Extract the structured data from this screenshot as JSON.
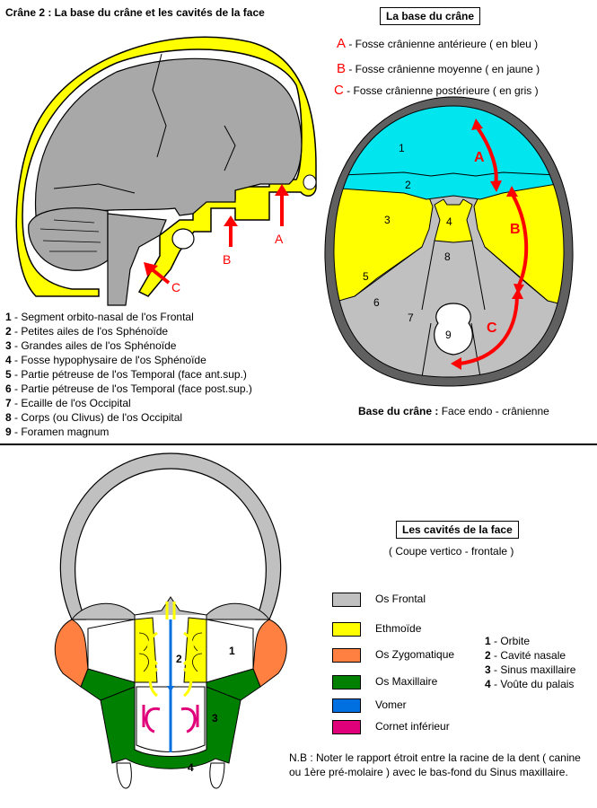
{
  "top": {
    "title": "Crâne 2 : La base du crâne et les cavités de la face",
    "base_box_title": "La base du crâne",
    "fosse_items": [
      {
        "letter": "A",
        "text": " - Fosse crânienne  antérieure ( en bleu )"
      },
      {
        "letter": "B",
        "text": " - Fosse crânienne moyenne   ( en jaune  )"
      },
      {
        "letter": "C",
        "text": " - Fosse crânienne postérieure ( en gris )"
      }
    ],
    "lateral_arrow_labels": [
      "A",
      "B",
      "C"
    ],
    "base_region_numbers": [
      "1",
      "2",
      "3",
      "4",
      "5",
      "6",
      "7",
      "8",
      "9"
    ],
    "base_arrow_labels": [
      "A",
      "B",
      "C"
    ],
    "base_caption_bold": "Base du crâne :",
    "base_caption_rest": "  Face endo - crânienne",
    "numbered_list": [
      {
        "n": "1",
        "text": " - Segment orbito-nasal de l'os Frontal"
      },
      {
        "n": "2",
        "text": " - Petites ailes de l'os Sphénoïde"
      },
      {
        "n": "3",
        "text": " - Grandes ailes de l'os Sphénoïde"
      },
      {
        "n": "4",
        "text": " - Fosse hypophysaire de l'os Sphénoïde"
      },
      {
        "n": "5",
        "text": " - Partie pétreuse de l'os Temporal (face ant.sup.)"
      },
      {
        "n": "6",
        "text": " - Partie pétreuse de l'os Temporal (face post.sup.)"
      },
      {
        "n": "7",
        "text": " - Ecaille de l'os Occipital"
      },
      {
        "n": "8",
        "text": " - Corps (ou Clivus) de l'os Occipital"
      },
      {
        "n": "9",
        "text": " - Foramen magnum"
      }
    ]
  },
  "bottom": {
    "box_title": "Les cavités de la face",
    "subtitle": "( Coupe vertico - frontale )",
    "legend": [
      {
        "label": "Os Frontal",
        "color": "#c0c0c0"
      },
      {
        "label": "Ethmoïde",
        "color": "#ffff00"
      },
      {
        "label": "Os Zygomatique",
        "color": "#ff8040"
      },
      {
        "label": "Os Maxillaire",
        "color": "#008000"
      },
      {
        "label": "Vomer",
        "color": "#0070e0"
      },
      {
        "label": "Cornet inférieur",
        "color": "#e0007a"
      }
    ],
    "cavity_list": [
      {
        "n": "1",
        "text": " - Orbite"
      },
      {
        "n": "2",
        "text": " - Cavité nasale"
      },
      {
        "n": "3",
        "text": " - Sinus maxillaire"
      },
      {
        "n": "4",
        "text": " - Voûte du palais"
      }
    ],
    "section_numbers": [
      "1",
      "2",
      "3",
      "4"
    ],
    "note": "N.B : Noter le rapport étroit entre la racine de la dent ( canine ou 1ère pré-molaire ) avec le bas-fond du Sinus maxillaire."
  },
  "colors": {
    "anterior": "#00e5ee",
    "middle": "#ffff00",
    "posterior": "#c0c0c0",
    "arrow": "#ff0000",
    "bone_outline": "#606060",
    "brain": "#a8a8a8"
  }
}
